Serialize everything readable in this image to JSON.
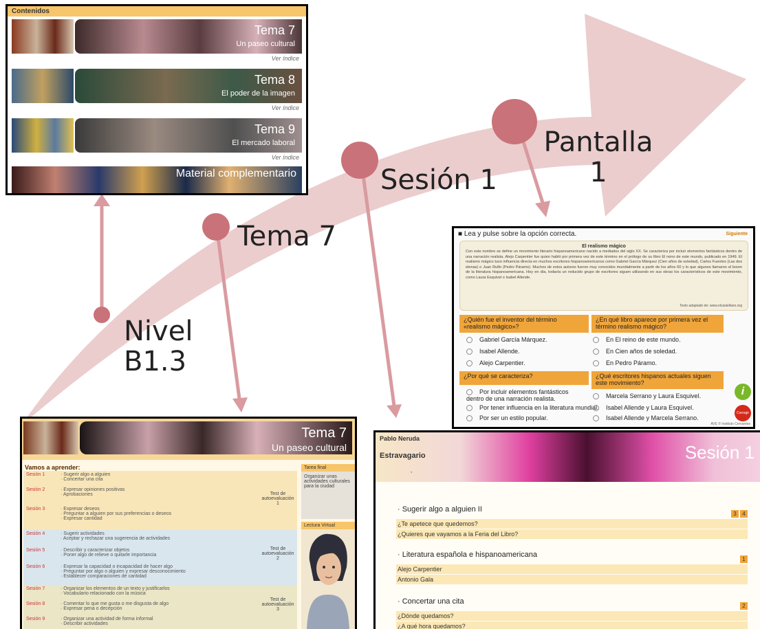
{
  "labels": {
    "nivel": "Nivel\nB1.3",
    "tema": "Tema 7",
    "sesion": "Sesión 1",
    "pantalla": "Pantalla\n1"
  },
  "colors": {
    "arrow": "#d8a0a6",
    "node": "#c9727a",
    "connector": "#d99ba0",
    "accent": "#f0a53a"
  },
  "contenidos": {
    "header": "Contenidos",
    "items": [
      {
        "title": "Tema 7",
        "subtitle": "Un paseo cultural",
        "link": "Ver índice"
      },
      {
        "title": "Tema 8",
        "subtitle": "El poder de la imagen",
        "link": "Ver índice"
      },
      {
        "title": "Tema 9",
        "subtitle": "El mercado laboral",
        "link": "Ver índice"
      }
    ],
    "extra": "Material complementario"
  },
  "pantalla_panel": {
    "instruction": "Lea y pulse sobre la opción correcta.",
    "next": "Siguiente",
    "reading_title": "El realismo mágico",
    "reading_text": "Con este nombre se define un movimiento literario hispanoamericano nacido a mediados del siglo XX. Se caracteriza por incluir elementos fantásticos dentro de una narración realista. Alejo Carpentier fue quien habló por primera vez de este término en el prólogo de su libro El reino de este mundo, publicado en 1949. El realismo mágico tuvo influencia directa en muchos escritores hispanoamericanos como Gabriel García Márquez (Cien años de soledad), Carlos Fuentes (Las dos elenas) o Juan Rulfo (Pedro Páramo). Muchos de estos autores fueron muy conocidos mundialmente a partir de los años 60 y lo que algunos llamaron el boom de la literatura hispanoamericana. Hoy en día, todavía un reducido grupo de escritores siguen utilizando en sus obras los característicos de este movimiento, como Laura Esquivel o Isabel Allende.",
    "source": "Texto adaptado de: www.elcastellano.org",
    "questions": [
      {
        "q": "¿Quién fue el inventor del término «realismo mágico»?",
        "options": [
          "Gabriel García Márquez.",
          "Isabel Allende.",
          "Alejo Carpentier."
        ]
      },
      {
        "q": "¿En qué libro aparece por primera vez el término realismo mágico?",
        "options": [
          "En El reino de este mundo.",
          "En Cien años de soledad.",
          "En Pedro Páramo."
        ]
      },
      {
        "q": "¿Por qué se caracteriza?",
        "options": [
          "Por incluir elementos fantásticos dentro de una narración realista.",
          "Por tener influencia en la literatura mundial.",
          "Por ser un estilo popular."
        ]
      },
      {
        "q": "¿Qué escritores hispanos actuales siguen este movimiento?",
        "options": [
          "Marcela Serrano y Laura Esquivel.",
          "Isabel Allende y Laura Esquivel.",
          "Isabel Allende y Marcela Serrano."
        ]
      }
    ],
    "corregir": "Corregir",
    "credit": "AVE © Instituto Cervantes"
  },
  "tema_panel": {
    "title": "Tema 7",
    "subtitle": "Un paseo cultural",
    "vamos": "Vamos a aprender:",
    "sessions": [
      {
        "label": "Sesión 1",
        "text": "· Sugerir algo a alguien\n· Concertar una cita"
      },
      {
        "label": "Sesión 2",
        "text": "· Expresar opiniones positivas\n· Aprobaciones"
      },
      {
        "label": "Sesión 3",
        "text": "· Expresar deseos\n· Preguntar a alguien por sus preferencias o deseos\n· Expresar cantidad"
      },
      {
        "label": "Sesión 4",
        "text": "· Sugerir actividades\n· Aceptar y rechazar una sugerencia de actividades"
      },
      {
        "label": "Sesión 5",
        "text": "· Describir y caracterizar objetos\n· Poner algo de relieve o quitarle importancia"
      },
      {
        "label": "Sesión 6",
        "text": "· Expresar la capacidad o incapacidad de hacer algo\n· Preguntar por algo o alguien y expresar desconocimiento\n· Establecer comparaciones de cantidad"
      },
      {
        "label": "Sesión 7",
        "text": "· Organizar los elementos de un texto y justificarlos\n· Vocabulario relacionado con la música"
      },
      {
        "label": "Sesión 8",
        "text": "· Comentar lo que me gusta o me disgusta de algo\n· Expresar pena o decepción"
      },
      {
        "label": "Sesión 9",
        "text": "· Organizar una actividad de forma informal\n· Describir actividades"
      }
    ],
    "autoeval": [
      "Test de autoevaluación 1",
      "Test de autoevaluación 2",
      "Test de autoevaluación 3"
    ],
    "tarea_final": "Tarea final",
    "tarea_text": "Organizar unas actividades culturales para la ciudad",
    "lectura": "Lectura Virtual"
  },
  "sesion_panel": {
    "author": "Pablo Neruda",
    "book": "Estravagario",
    "title": "Sesión 1",
    "sections": [
      {
        "title": "· Sugerir algo a alguien II",
        "badges": [
          "3",
          "4"
        ],
        "items": [
          "¿Te apetece que quedemos?",
          "¿Quieres que vayamos a la Feria del Libro?"
        ]
      },
      {
        "title": "· Literatura española e hispanoamericana",
        "badges": [
          "1"
        ],
        "items": [
          "Alejo Carpentier",
          "Antonio Gala"
        ]
      },
      {
        "title": "· Concertar una cita",
        "badges": [
          "2"
        ],
        "items": [
          "¿Dónde quedamos?",
          "¿A qué hora quedamos?"
        ]
      }
    ]
  }
}
